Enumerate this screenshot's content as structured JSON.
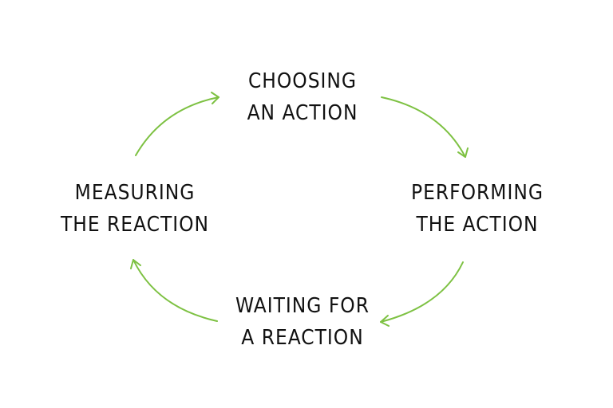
{
  "diagram": {
    "type": "cycle",
    "accent_color": "#7dc142",
    "text_color": "#111111",
    "nodes": [
      {
        "id": "choosing-an-action",
        "line1": "CHOOSING",
        "line2": "AN ACTION"
      },
      {
        "id": "performing-the-action",
        "line1": "PERFORMING",
        "line2": "THE ACTION"
      },
      {
        "id": "waiting-for-a-reaction",
        "line1": "WAITING FOR",
        "line2": "A REACTION"
      },
      {
        "id": "measuring-the-reaction",
        "line1": "MEASURING",
        "line2": "THE REACTION"
      }
    ],
    "edges": [
      {
        "from": "choosing-an-action",
        "to": "performing-the-action",
        "icon": "curved-arrow-icon"
      },
      {
        "from": "performing-the-action",
        "to": "waiting-for-a-reaction",
        "icon": "curved-arrow-icon"
      },
      {
        "from": "waiting-for-a-reaction",
        "to": "measuring-the-reaction",
        "icon": "curved-arrow-icon"
      },
      {
        "from": "measuring-the-reaction",
        "to": "choosing-an-action",
        "icon": "curved-arrow-icon"
      }
    ]
  }
}
